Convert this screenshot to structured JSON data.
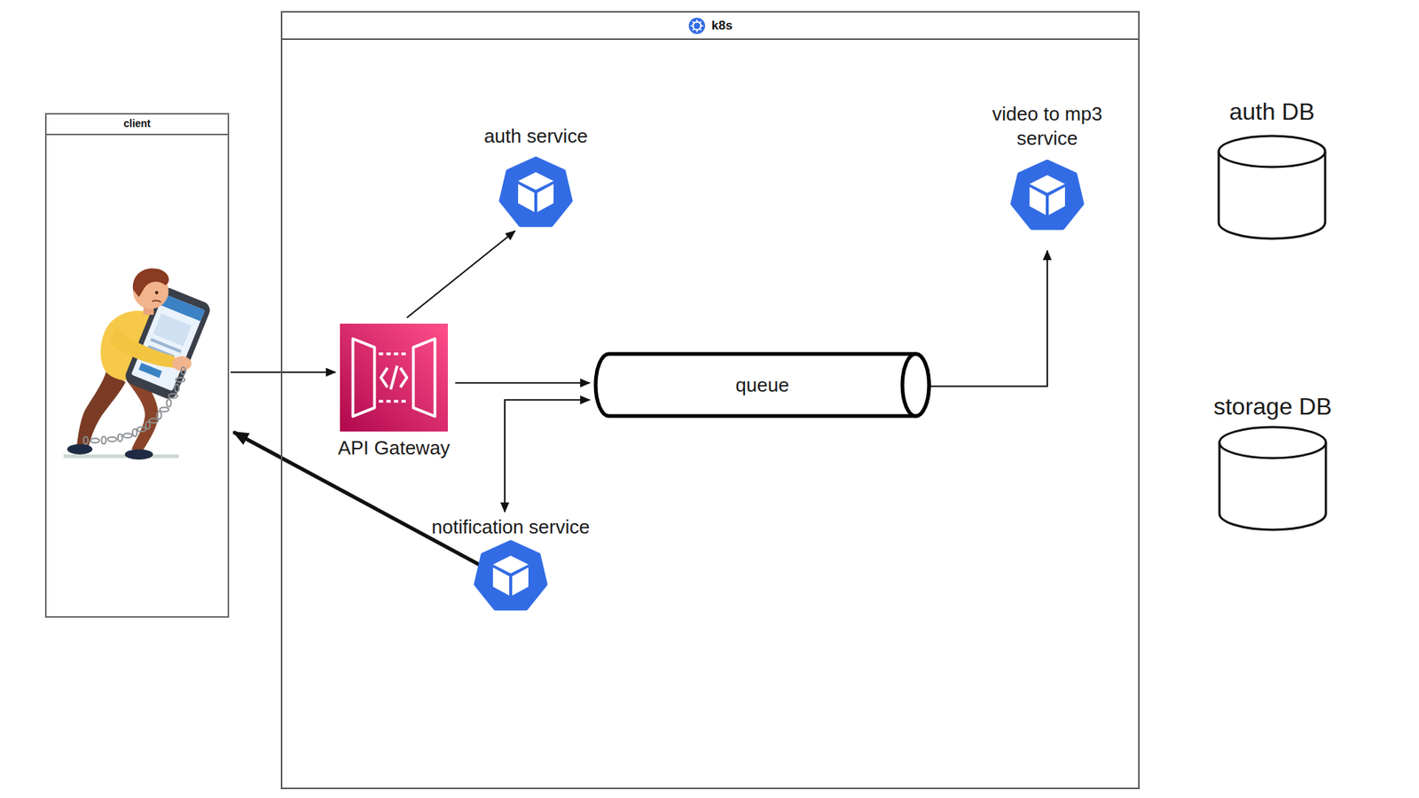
{
  "diagram": {
    "nodes": [
      {
        "text": [
          "client"
        ]
      },
      {
        "text": [
          "k8s"
        ]
      },
      {
        "text": [
          "auth service"
        ],
        "in": 1
      },
      {
        "text": [
          "video to mp3 service"
        ],
        "in": 1
      },
      {
        "text": [
          "API Gateway"
        ],
        "in": 1
      },
      {
        "text": [
          "queue"
        ],
        "in": 1
      },
      {
        "text": [
          "notification service"
        ],
        "in": 1
      },
      {
        "text": [
          "auth DB"
        ]
      },
      {
        "text": [
          "storage DB"
        ]
      }
    ],
    "edges": [
      {
        "from": 0,
        "to": 4,
        "arrow": "to"
      },
      {
        "from": 4,
        "to": 2,
        "arrow": "to"
      },
      {
        "from": 4,
        "to": 5,
        "arrow": "to"
      },
      {
        "from": 6,
        "to": 5,
        "arrow": "both"
      },
      {
        "from": 5,
        "to": 3,
        "arrow": "both"
      },
      {
        "from": 6,
        "to": 0,
        "arrow": "to"
      }
    ]
  }
}
